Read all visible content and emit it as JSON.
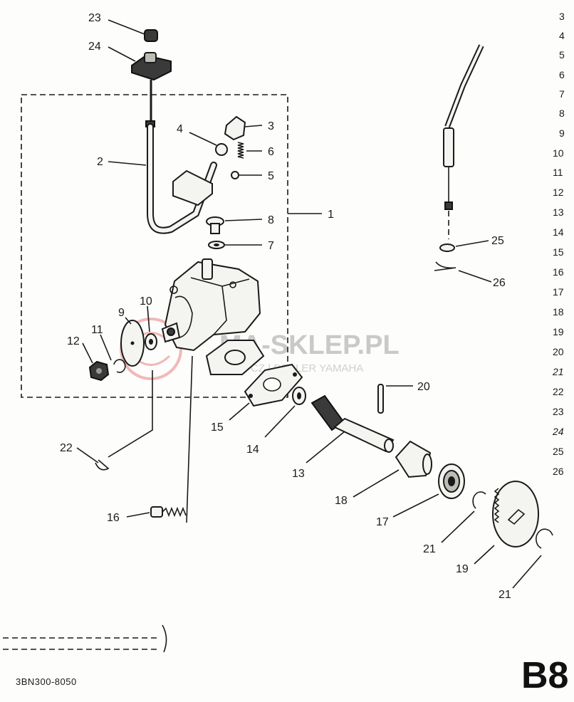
{
  "diagram": {
    "callouts": [
      "1",
      "2",
      "3",
      "4",
      "5",
      "6",
      "7",
      "8",
      "9",
      "10",
      "11",
      "12",
      "13",
      "14",
      "15",
      "16",
      "17",
      "18",
      "19",
      "20",
      "21",
      "21",
      "22",
      "23",
      "24",
      "25",
      "26"
    ],
    "row_numbers": [
      "3",
      "4",
      "5",
      "6",
      "7",
      "8",
      "9",
      "10",
      "11",
      "12",
      "13",
      "14",
      "15",
      "16",
      "17",
      "18",
      "19",
      "20",
      "21",
      "22",
      "23",
      "24",
      "25",
      "26"
    ],
    "watermark": {
      "main": "MA-SKLEP.PL",
      "sub": "CZ | DEALER YAMAHA"
    },
    "catalog_code": "3BN300-8050",
    "page_code": "B8"
  }
}
